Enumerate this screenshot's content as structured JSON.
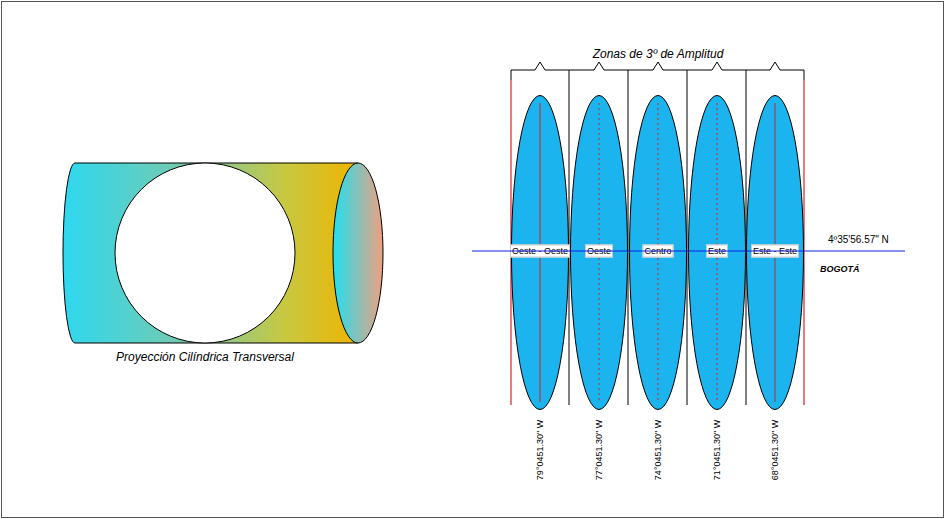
{
  "diagram": {
    "caption": "Proyección Cilíndrica Transversal",
    "nodes": [
      {
        "text": [
          "Oeste - Oeste"
        ]
      },
      {
        "text": [
          "Oeste"
        ]
      },
      {
        "text": [
          "Centro"
        ]
      },
      {
        "text": [
          "Este"
        ]
      },
      {
        "text": [
          "Este - Este"
        ]
      }
    ],
    "labels": [
      "Zonas de 3º de Amplitud",
      "4º35'56.57\" N",
      "BOGOTÁ",
      "79°0451.30\" W",
      "77°0451.30\" W",
      "74°0451.30\" W",
      "71°0451.30\" W",
      "68°0451.30\" W"
    ]
  }
}
